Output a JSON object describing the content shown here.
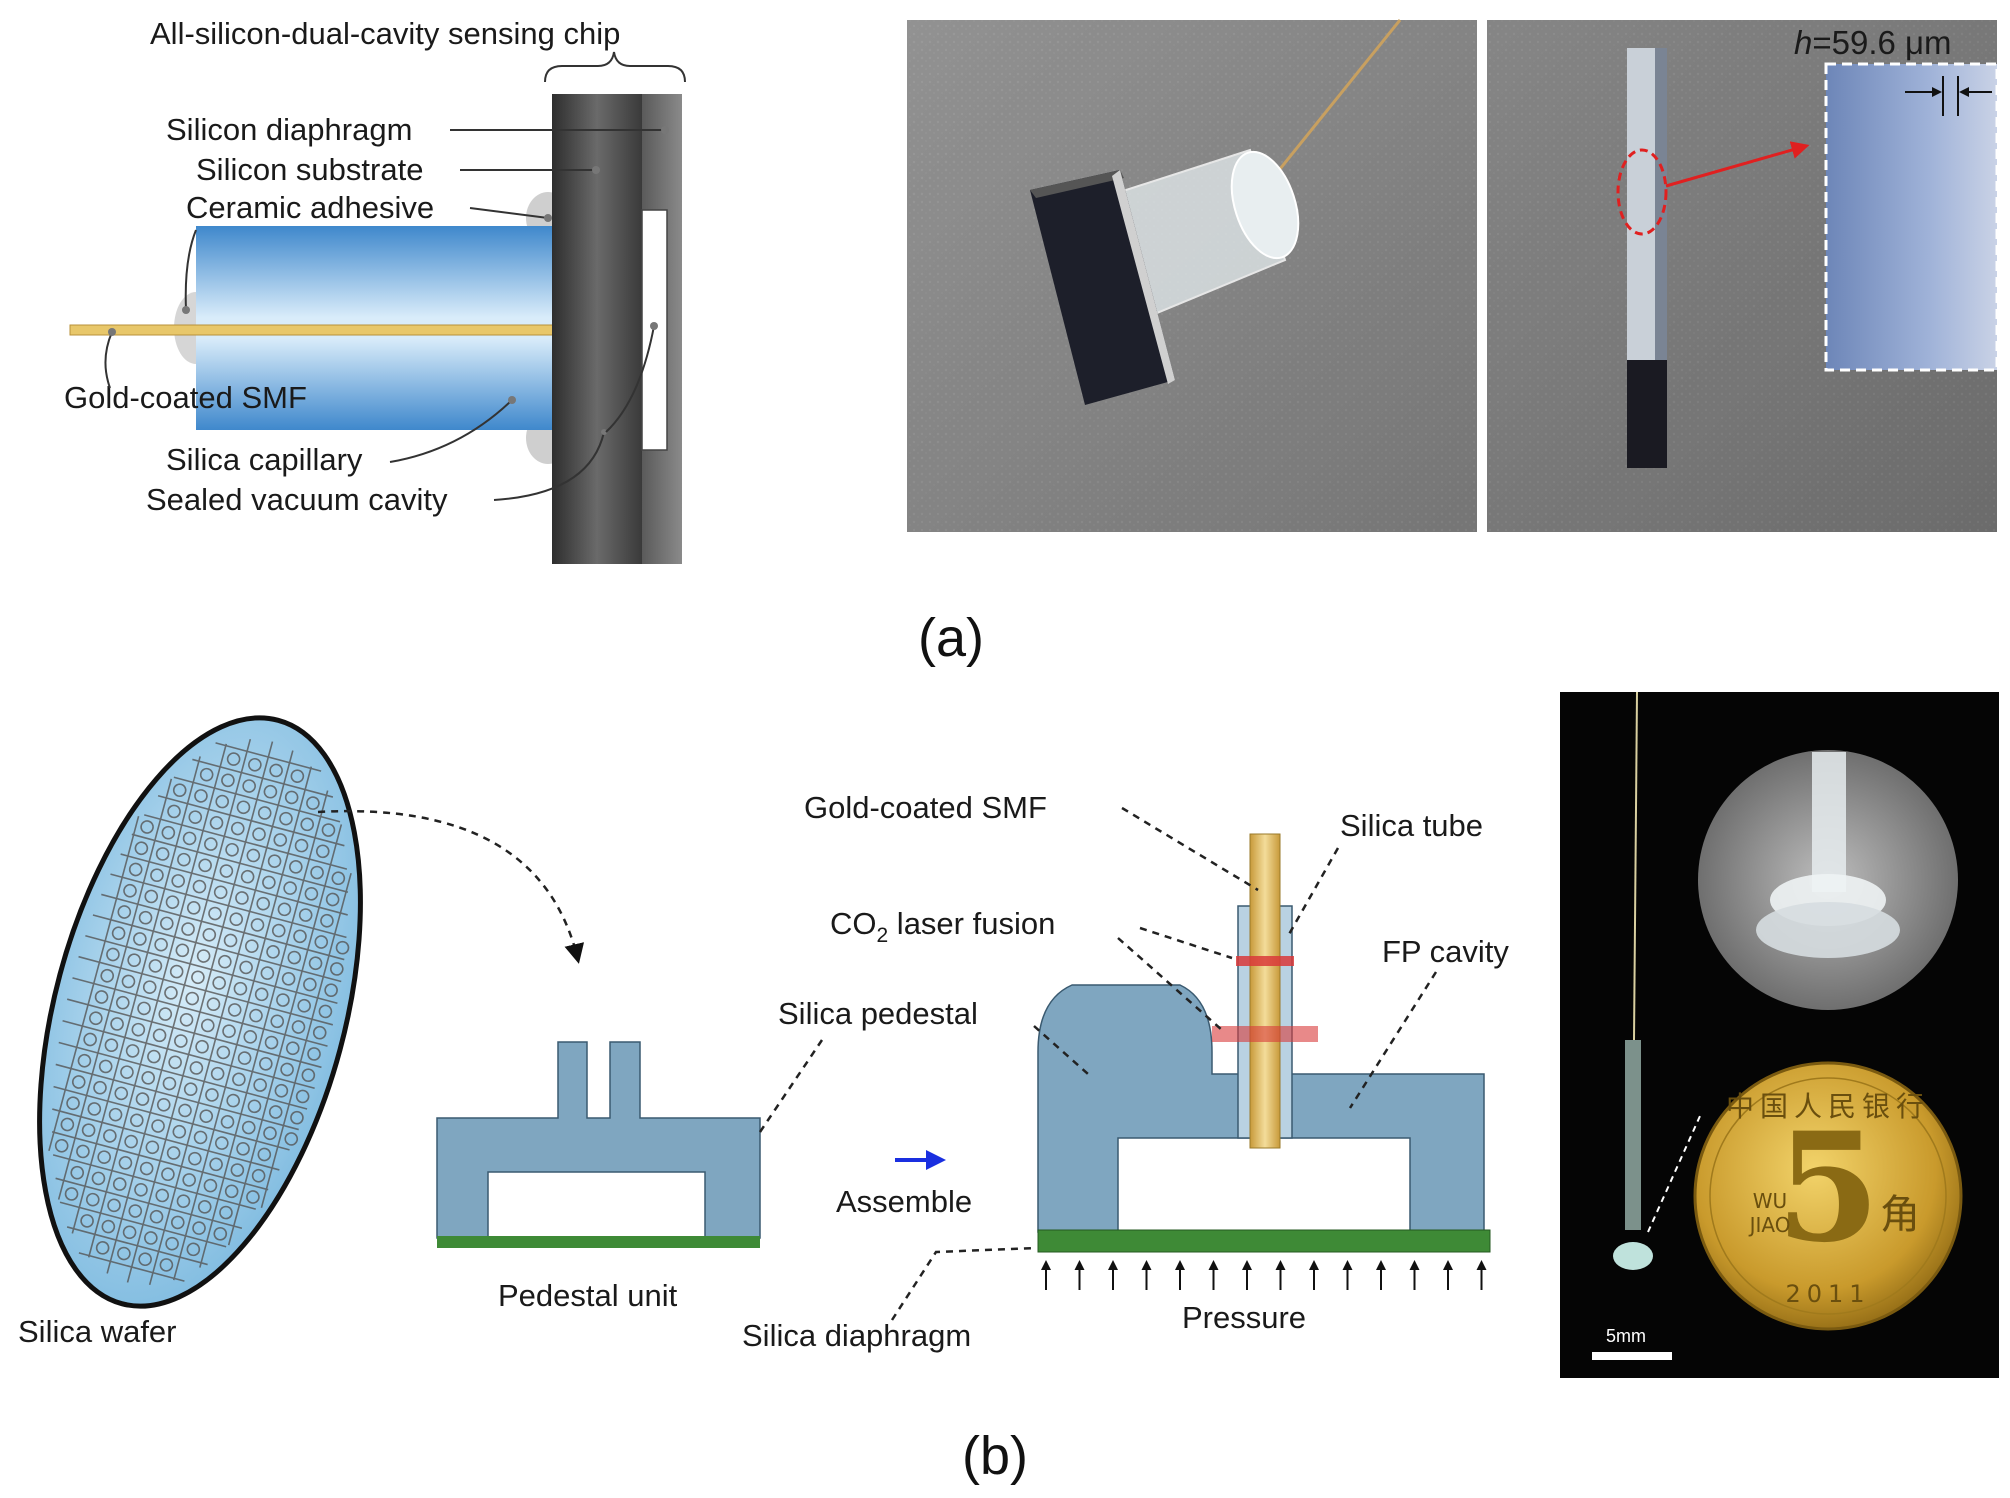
{
  "panel_a": {
    "chip_title": "All-silicon-dual-cavity sensing chip",
    "labels": {
      "silicon_diaphragm": "Silicon diaphragm",
      "silicon_substrate": "Silicon substrate",
      "ceramic_adhesive": "Ceramic adhesive",
      "gold_coated_smf": "Gold-coated SMF",
      "silica_capillary": "Silica capillary",
      "sealed_vacuum_cavity": "Sealed vacuum cavity"
    },
    "thickness": {
      "symbol": "h",
      "value": "=59.6 μm"
    },
    "caption": "(a)"
  },
  "panel_b": {
    "labels": {
      "silica_wafer": "Silica wafer",
      "pedestal_unit": "Pedestal unit",
      "assemble": "Assemble",
      "gold_coated_smf": "Gold-coated SMF",
      "silica_tube": "Silica tube",
      "co2_prefix": "CO",
      "co2_sub": "2",
      "co2_suffix": " laser fusion",
      "fp_cavity": "FP cavity",
      "silica_pedestal": "Silica pedestal",
      "silica_diaphragm": "Silica diaphragm",
      "pressure": "Pressure"
    },
    "scale_bar": "5mm",
    "coin": {
      "chars_top": "中国人民银行",
      "value": "5",
      "unit": "角",
      "latin_1": "WU",
      "latin_2": "JIAO",
      "year": "2011"
    },
    "caption": "(b)"
  },
  "colors": {
    "capillary_blue": "#5aa0d8",
    "pedestal_blue": "#7fa6c0",
    "diaphragm_green": "#3e8a36",
    "fusion_red": "#d93a3a",
    "fiber_gold": "#d9b45a",
    "chip_gray": "#4d4d4d"
  }
}
